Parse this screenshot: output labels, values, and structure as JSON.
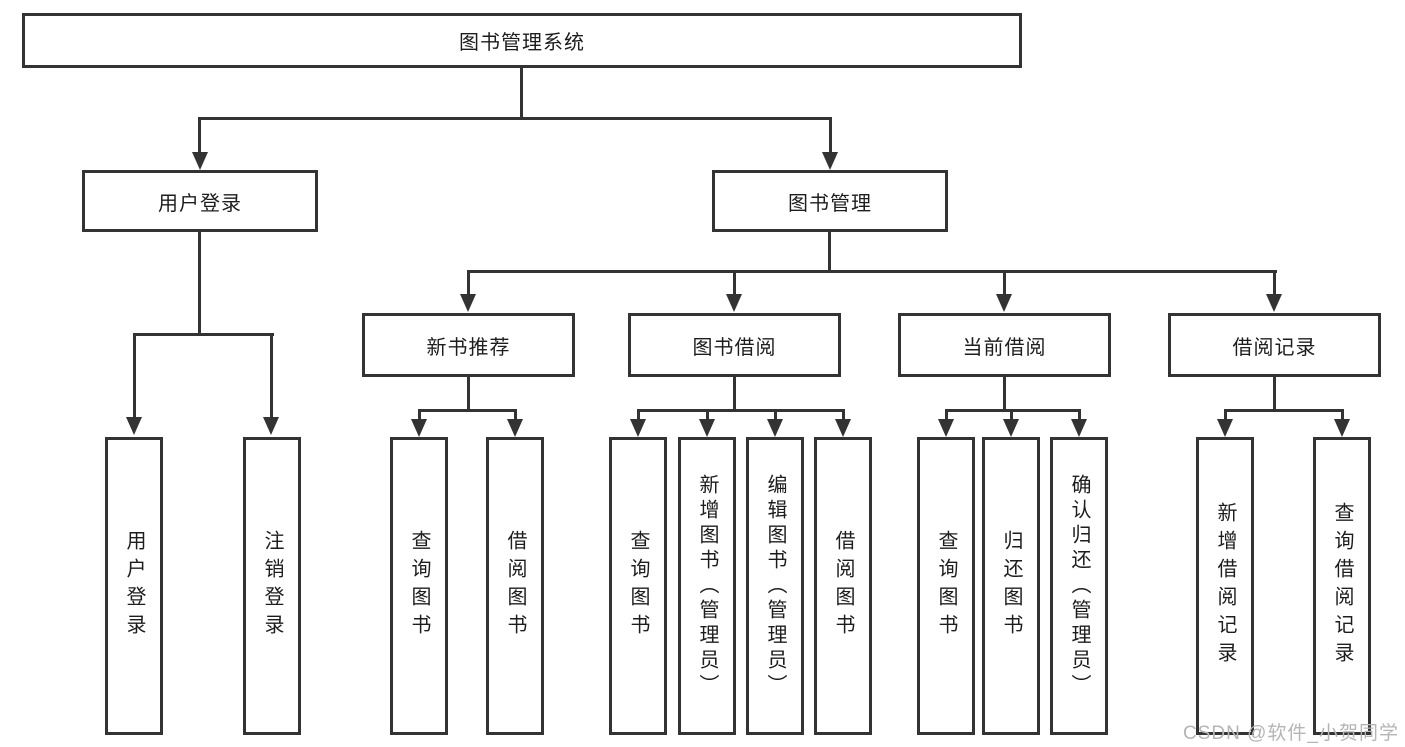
{
  "tree": {
    "root": {
      "label": "图书管理系统"
    },
    "branches": [
      {
        "label": "用户登录",
        "children": [
          {
            "label": "用户登录"
          },
          {
            "label": "注销登录"
          }
        ]
      },
      {
        "label": "图书管理",
        "children": [
          {
            "label": "新书推荐",
            "children": [
              {
                "label": "查询图书"
              },
              {
                "label": "借阅图书"
              }
            ]
          },
          {
            "label": "图书借阅",
            "children": [
              {
                "label": "查询图书"
              },
              {
                "label": "新增图书（管理员）"
              },
              {
                "label": "编辑图书（管理员）"
              },
              {
                "label": "借阅图书"
              }
            ]
          },
          {
            "label": "当前借阅",
            "children": [
              {
                "label": "查询图书"
              },
              {
                "label": "归还图书"
              },
              {
                "label": "确认归还（管理员）"
              }
            ]
          },
          {
            "label": "借阅记录",
            "children": [
              {
                "label": "新增借阅记录"
              },
              {
                "label": "查询借阅记录"
              }
            ]
          }
        ]
      }
    ]
  },
  "watermark": "CSDN @软件_小贺同学",
  "colors": {
    "line": "#333333",
    "text": "#1d1d1d",
    "watermark": "#b5b5b5",
    "background": "#ffffff"
  }
}
